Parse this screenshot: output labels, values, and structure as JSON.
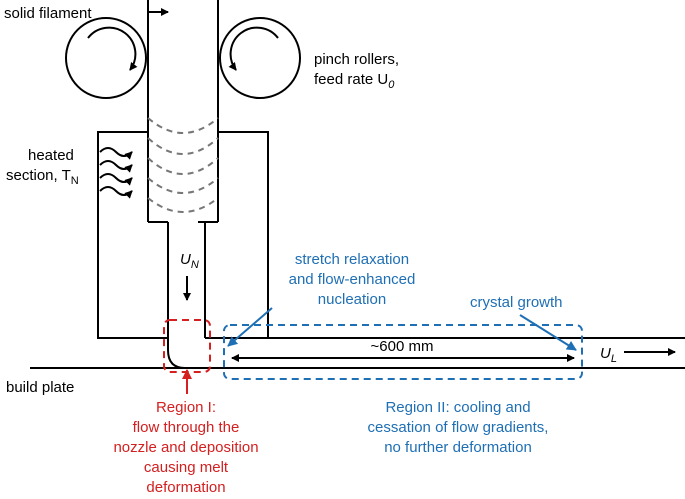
{
  "labels": {
    "solid_filament": "solid filament",
    "pinch_rollers_line1": "pinch rollers,",
    "pinch_rollers_line2": "feed rate U",
    "pinch_rollers_sub": "0",
    "heated_line1": "heated",
    "heated_line2": "section, T",
    "heated_sub": "N",
    "u_n": "U",
    "u_n_sub": "N",
    "stretch_line1": "stretch relaxation",
    "stretch_line2": "and flow-enhanced",
    "stretch_line3": "nucleation",
    "crystal_growth": "crystal growth",
    "distance": "~600 mm",
    "u_l": "U",
    "u_l_sub": "L",
    "build_plate": "build plate",
    "region1_line1": "Region I:",
    "region1_line2": "flow through the",
    "region1_line3": "nozzle and deposition",
    "region1_line4": "causing melt",
    "region1_line5": "deformation",
    "region2_line1": "Region II: cooling and",
    "region2_line2": "cessation of flow gradients,",
    "region2_line3": "no further deformation"
  },
  "colors": {
    "ink": "#000000",
    "region_one": "#d42020",
    "region_two": "#1f6fb4",
    "dashed_gray": "#777777"
  }
}
